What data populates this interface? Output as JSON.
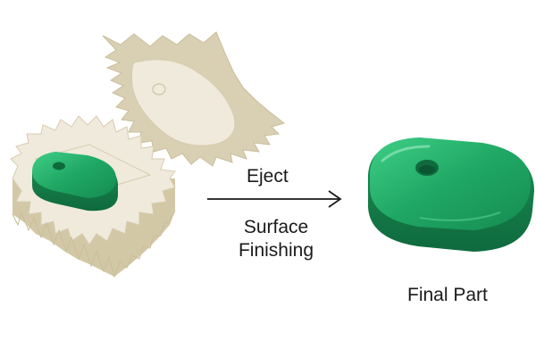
{
  "steps": {
    "eject": "Eject",
    "finishing_line1": "Surface",
    "finishing_line2": "Finishing"
  },
  "result": {
    "label": "Final Part"
  },
  "colors": {
    "mold": "#d9d0b4",
    "mold_edge": "#c9bd9b",
    "mold_inner": "#efeadc",
    "part": "#1fa764",
    "part_dark": "#137a48",
    "part_light": "#5fd39a",
    "text": "#1a1a1a"
  }
}
